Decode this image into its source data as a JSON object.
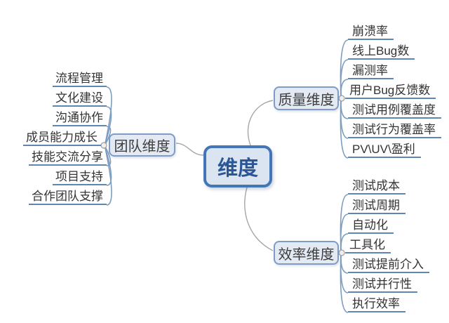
{
  "root": {
    "label": "维度"
  },
  "branches": [
    {
      "id": "team",
      "label": "团队维度",
      "items": [
        "流程管理",
        "文化建设",
        "沟通协作",
        "成员能力成长",
        "技能交流分享",
        "项目支持",
        "合作团队支撑"
      ]
    },
    {
      "id": "quality",
      "label": "质量维度",
      "items": [
        "崩溃率",
        "线上Bug数",
        "漏测率",
        "用户Bug反馈数",
        "测试用例覆盖度",
        "测试行为覆盖率",
        "PV\\UV\\盈利"
      ]
    },
    {
      "id": "efficiency",
      "label": "效率维度",
      "items": [
        "测试成本",
        "测试周期",
        "自动化",
        "工具化",
        "测试提前介入",
        "测试并行性",
        "执行效率"
      ]
    }
  ],
  "colors": {
    "root_fill": "#dbe5f2",
    "root_border": "#4376b6",
    "root_text": "#2b5797",
    "branch_fill": "#e3eaf4",
    "branch_border": "#7e9cc8",
    "child_underline": "#5e86b0",
    "hook_line": "#7d9dc0",
    "trunk_line": "#a6a6a6",
    "handle_fill": "#efefef",
    "handle_stroke": "#9e9e9e"
  }
}
